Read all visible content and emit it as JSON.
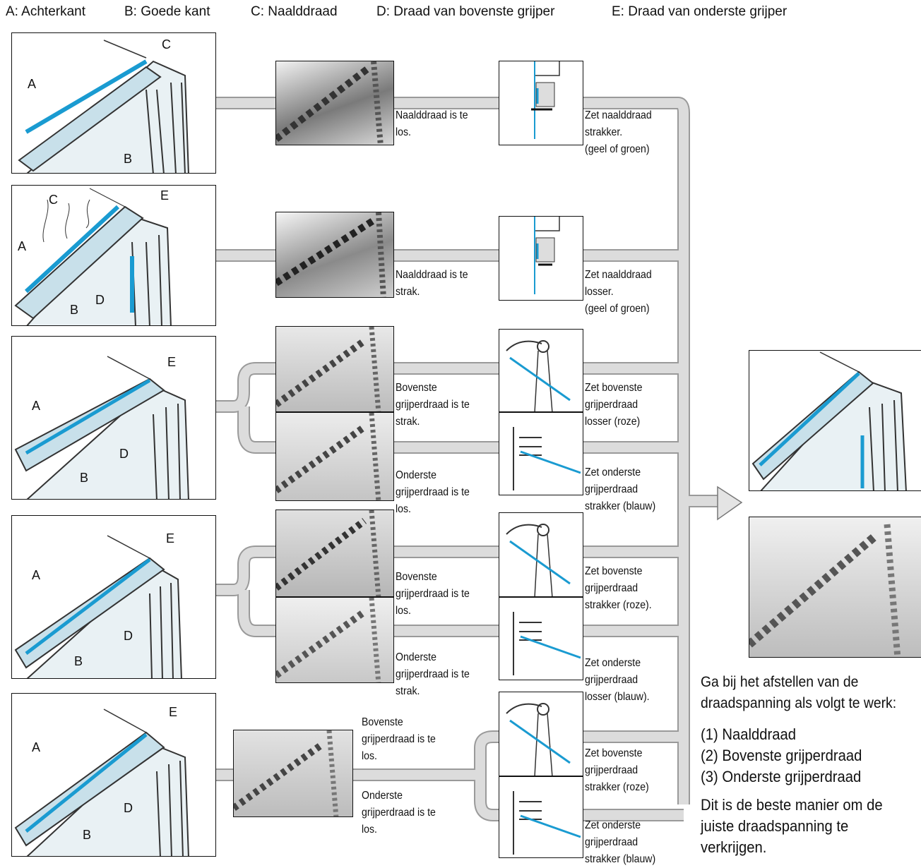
{
  "legend": {
    "a": "A: Achterkant",
    "b": "B: Goede kant",
    "c": "C: Naalddraad",
    "d": "D: Draad van bovenste grijper",
    "e": "E: Draad van onderste grijper"
  },
  "diagram_labels": {
    "a": "A",
    "b": "B",
    "c": "C",
    "d": "D",
    "e": "E"
  },
  "rows": [
    {
      "problem": "Naalddraad is te\nlos.",
      "fix": "Zet naalddraad\nstrakker.\n(geel of groen)"
    },
    {
      "problem": "Naalddraad is te\nstrak.",
      "fix": "Zet naalddraad\nlosser.\n(geel of groen)"
    },
    {
      "problem": "Bovenste\ngrijperdraad is te\nstrak.",
      "fix": "Zet bovenste\ngrijperdraad\nlosser (roze)"
    },
    {
      "problem": "Onderste\ngrijperdraad is te\nlos.",
      "fix": "Zet onderste\ngrijperdraad\nstrakker (blauw)"
    },
    {
      "problem": "Bovenste\ngrijperdraad is te\nlos.",
      "fix": "Zet bovenste\ngrijperdraad\nstrakker (roze)."
    },
    {
      "problem": "Onderste\ngrijperdraad is te\nstrak.",
      "fix": "Zet onderste\ngrijperdraad\nlosser (blauw)."
    },
    {
      "problem": "Bovenste\ngrijperdraad is te\nlos.",
      "fix": "Zet bovenste\ngrijperdraad\nstrakker (roze)"
    },
    {
      "problem": "Onderste\ngrijperdraad is te\nlos.",
      "fix": "Zet onderste\ngrijperdraad\nstrakker (blauw)"
    }
  ],
  "instructions": {
    "intro": "Ga bij het afstellen van de\ndraadspanning als volgt te werk:",
    "steps": "(1) Naalddraad\n(2) Bovenste grijperdraad\n(3) Onderste grijperdraad",
    "outro": "Dit is de beste manier om de\njuiste draadspanning te\nverkrijgen."
  },
  "colors": {
    "thread_blue": "#1a9bd1",
    "connector_gray": "#d6d6d6",
    "connector_edge": "#9a9a9a"
  }
}
